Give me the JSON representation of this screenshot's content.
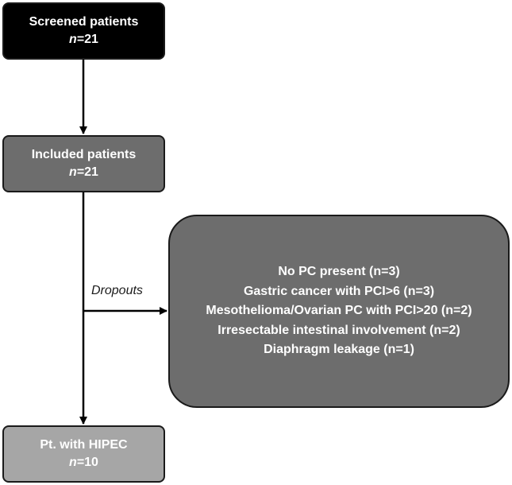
{
  "colors": {
    "screened": "#000000",
    "included": "#6d6d6d",
    "dropouts": "#6d6d6d",
    "hipec": "#a6a6a6",
    "border": "#1a1a1a",
    "text": "#ffffff"
  },
  "nodes": {
    "screened": {
      "title": "Screened patients",
      "n_label": "n",
      "n_value": "=21"
    },
    "included": {
      "title": "Included patients",
      "n_label": "n",
      "n_value": "=21"
    },
    "hipec": {
      "title": "Pt. with HIPEC",
      "n_label": "n",
      "n_value": "=10"
    }
  },
  "dropouts": {
    "label": "Dropouts",
    "reasons": [
      "No PC present (n=3)",
      "Gastric cancer with PCI>6 (n=3)",
      "Mesothelioma/Ovarian PC with PCI>20 (n=2)",
      "Irresectable intestinal involvement (n=2)",
      "Diaphragm leakage (n=1)"
    ]
  }
}
